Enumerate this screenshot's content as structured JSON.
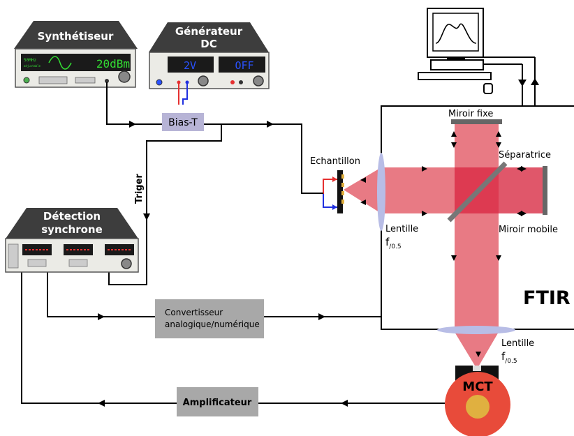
{
  "instruments": {
    "synth": {
      "title": "Synthétiseur",
      "display_small_1": "50MHz",
      "display_small_2": "adjustable",
      "display_main": "20dBm"
    },
    "dc": {
      "title_1": "Générateur",
      "title_2": "DC",
      "display_1": "2V",
      "display_2": "OFF"
    },
    "lockin": {
      "title_1": "Détection",
      "title_2": "synchrone"
    }
  },
  "blocks": {
    "bias_t": "Bias-T",
    "adc_1": "Convertisseur",
    "adc_2": "analogique/numérique",
    "amp": "Amplificateur"
  },
  "labels": {
    "triger": "Triger",
    "sample": "Echantillon",
    "fixed_mirror": "Miroir fixe",
    "splitter": "Séparatrice",
    "moving_mirror": "Miroir mobile",
    "lens_left": "Lentille",
    "lens_left_f": "f",
    "lens_left_sub": "/0.5",
    "lens_bottom": "Lentille",
    "lens_bottom_f": "f",
    "lens_bottom_sub": "/0.5",
    "ftir": "FTIR",
    "mct": "MCT"
  },
  "colors": {
    "instrument_title_bg": "#3d3d3d",
    "instrument_body": "#ebebe6",
    "lcd_bg": "#1a1a1a",
    "lcd_green": "#33dd33",
    "lcd_blue": "#2a52ff",
    "bias_t_bg": "#b7b4d6",
    "gray_block": "#a8a8a8",
    "beam": "#e87a84",
    "beam_overlap": "#d92640",
    "lens": "#b8bde6",
    "mirror": "#666666",
    "mct_red": "#e84b3a",
    "mct_core": "#e0b040"
  }
}
